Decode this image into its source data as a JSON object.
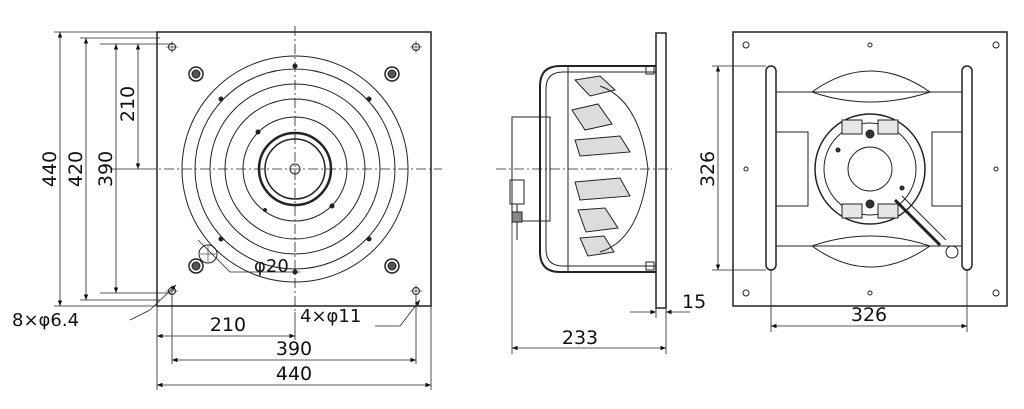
{
  "front_view": {
    "dims_vertical": [
      "440",
      "420",
      "390",
      "210"
    ],
    "dims_horizontal": [
      "210",
      "390",
      "440"
    ],
    "hole_callout": "8×φ6.4",
    "mount_callout": "4×φ11",
    "cable_callout": "φ20"
  },
  "side_view": {
    "depth": "233",
    "flange": "15"
  },
  "rear_view": {
    "span_vertical": "326",
    "span_horizontal": "326"
  }
}
